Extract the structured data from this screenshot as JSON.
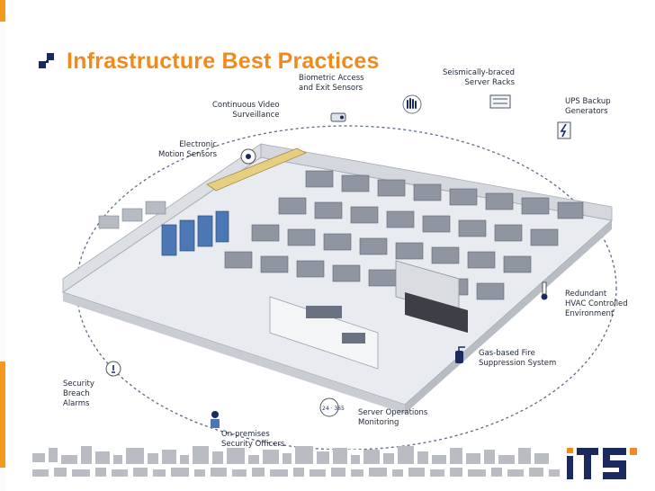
{
  "slide": {
    "title": "Infrastructure Best Practices"
  },
  "callouts": {
    "biometric": "Biometric Access\nand Exit Sensors",
    "seismic": "Seismically-braced\nServer Racks",
    "video": "Continuous Video\nSurveillance",
    "ups": "UPS Backup\nGenerators",
    "motion": "Electronic\nMotion Sensors",
    "hvac": "Redundant\nHVAC Controlled\nEnvironment",
    "fire": "Gas-based Fire\nSuppression System",
    "alarms": "Security\nBreach\nAlarms",
    "monitoring": "Server Operations\nMonitoring",
    "officers": "On-premises\nSecurity Officers"
  },
  "icons": [
    "hand-print-icon",
    "server-rack-icon",
    "camera-icon",
    "lightning-battery-icon",
    "motion-sensor-icon",
    "thermometer-icon",
    "fire-extinguisher-icon",
    "alarm-icon",
    "clock-24-365-icon",
    "security-officer-icon"
  ],
  "monitoring_badge": "24 · 365",
  "brand": {
    "logo_text": "iTS",
    "colors": {
      "orange": "#f08a1c",
      "navy": "#1b2a5e",
      "ring": "#5e6a8c",
      "pixel_gray": "#b9bcc2"
    }
  }
}
